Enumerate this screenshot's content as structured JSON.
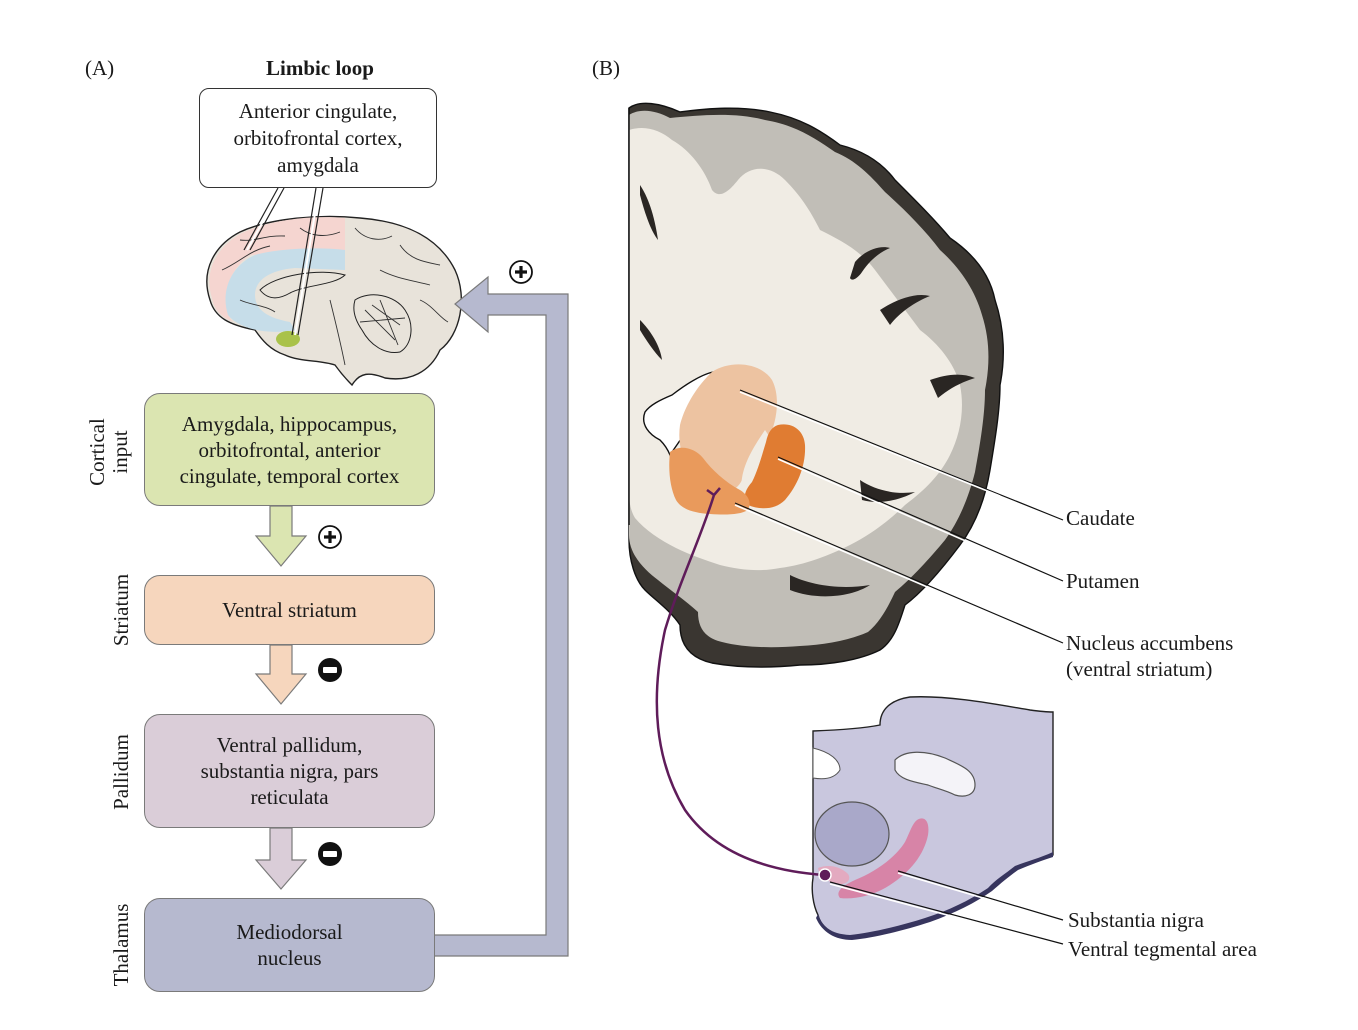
{
  "panels": {
    "a": {
      "label": "(A)",
      "title": "Limbic loop",
      "callout": {
        "lines": [
          "Anterior cingulate,",
          "orbitofrontal cortex,",
          "amygdala"
        ]
      },
      "side_labels": {
        "cortical": [
          "Cortical",
          "input"
        ],
        "striatum": "Striatum",
        "pallidum": "Pallidum",
        "thalamus": "Thalamus"
      },
      "boxes": [
        {
          "id": "cortical-input",
          "lines": [
            "Amygdala, hippocampus,",
            "orbitofrontal, anterior",
            "cingulate, temporal cortex"
          ],
          "color": "#dbe5b1"
        },
        {
          "id": "striatum",
          "lines": [
            "Ventral striatum"
          ],
          "color": "#f6d6bd"
        },
        {
          "id": "pallidum",
          "lines": [
            "Ventral pallidum,",
            "substantia nigra, pars",
            "reticulata"
          ],
          "color": "#dacdd8"
        },
        {
          "id": "thalamus",
          "lines": [
            "Mediodorsal",
            "nucleus"
          ],
          "color": "#b6b9cf"
        }
      ],
      "signs": {
        "cortical_to_striatum": "+",
        "striatum_to_pallidum": "−",
        "pallidum_to_thalamus": "−",
        "thalamus_to_cortex": "+"
      },
      "brain_regions": {
        "frontal_pink": "#f5d5d0",
        "cingulate_blue": "#c6dde9",
        "amygdala_green": "#a9c24a",
        "brain_base": "#e8e3da"
      }
    },
    "b": {
      "label": "(B)",
      "labels": {
        "caudate": "Caudate",
        "putamen": "Putamen",
        "accumbens": [
          "Nucleus accumbens",
          "(ventral striatum)"
        ],
        "substantia_nigra": "Substantia nigra",
        "vta": "Ventral tegmental area"
      },
      "colors": {
        "caudate": "#edc3a1",
        "putamen": "#e07c32",
        "accumbens": "#e99a5c",
        "grey_matter": "#c1beb7",
        "white_matter": "#f0ece4",
        "outer_dark": "#3a3631",
        "midbrain": "#b7b5d4",
        "sn": "#d9789e",
        "pathway": "#5f1c5a"
      }
    }
  }
}
